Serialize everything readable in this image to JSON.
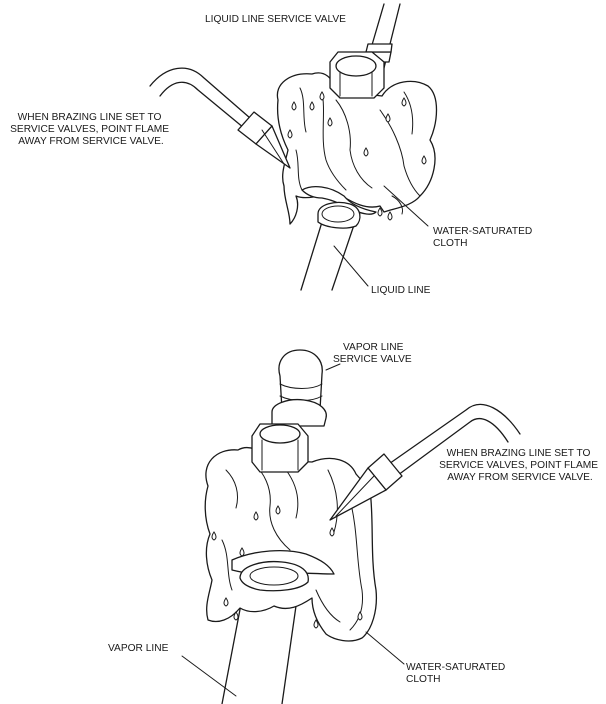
{
  "top_diagram": {
    "valve_label": "LIQUID LINE SERVICE VALVE",
    "flame_note": [
      "WHEN BRAZING LINE SET TO",
      "SERVICE VALVES, POINT FLAME",
      "AWAY FROM SERVICE VALVE."
    ],
    "cloth_label": [
      "WATER-SATURATED",
      "CLOTH"
    ],
    "line_label": "LIQUID LINE"
  },
  "bottom_diagram": {
    "valve_label": [
      "VAPOR LINE",
      "SERVICE VALVE"
    ],
    "flame_note": [
      "WHEN BRAZING LINE SET TO",
      "SERVICE VALVES, POINT FLAME",
      "AWAY FROM SERVICE VALVE."
    ],
    "cloth_label": [
      "WATER-SATURATED",
      "CLOTH"
    ],
    "line_label": "VAPOR LINE"
  }
}
